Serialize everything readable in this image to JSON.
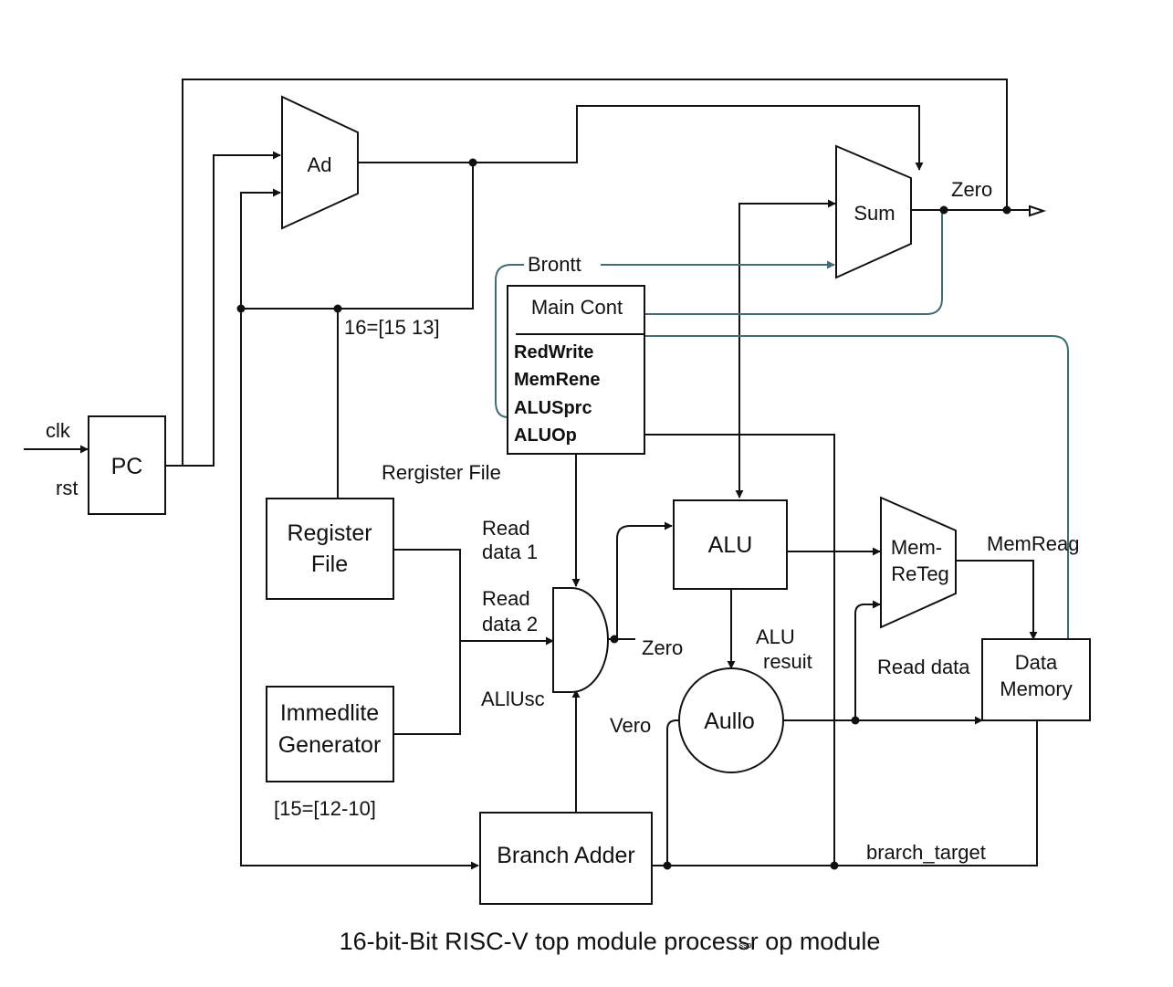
{
  "caption": "16-bit-Bit RISC-V top module processr op module",
  "caption_mark": "ssor",
  "components": {
    "pc": "PC",
    "adder_top": "Ad",
    "sum": "Sum",
    "main_control": "Main Cont",
    "register_file": [
      "Register",
      "File"
    ],
    "immediate_generator": [
      "Immedlite",
      "Generator"
    ],
    "alu": "ALU",
    "mem_mux": [
      "Mem-",
      "ReTeg"
    ],
    "data_memory": [
      "Data",
      "Memory"
    ],
    "aullo": "Aullo",
    "branch_adder": "Branch Adder"
  },
  "control_signals": [
    "RedWrite",
    "MemRene",
    "ALUSprc",
    "ALUOp"
  ],
  "labels": {
    "clk": "clk",
    "rst": "rst",
    "zero_top": "Zero",
    "brontt": "Brontt",
    "sixteen_field": "16=[15 13]",
    "register_file_label": "Rergister File",
    "read_data_1": [
      "Read",
      "data 1"
    ],
    "read_data_2": [
      "Read",
      "data 2"
    ],
    "zero_gate": "Zero",
    "allusc": "ALlUsc",
    "alu_result": [
      "ALU",
      "resuit"
    ],
    "vero": "Vero",
    "mem_reag": "MemReag",
    "read_data": "Read data",
    "fifteen_field": "[15=[12-10]",
    "branch_target": "brarch_target"
  },
  "colors": {
    "line": "#111111",
    "control_line": "#3e6e73",
    "background": "#ffffff"
  }
}
